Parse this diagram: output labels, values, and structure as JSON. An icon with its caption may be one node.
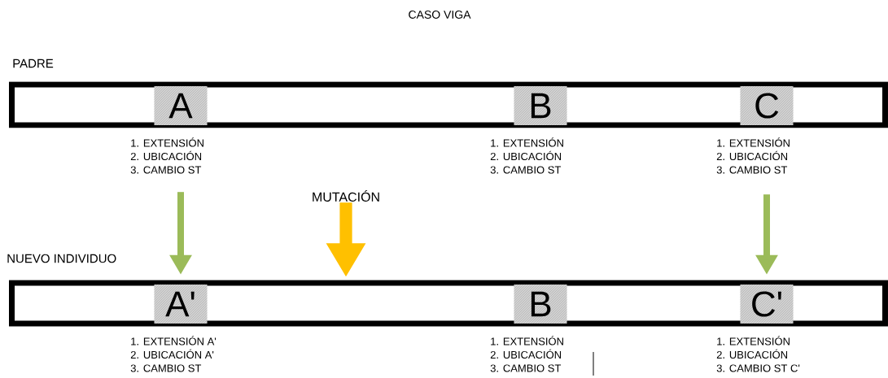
{
  "diagram": {
    "title": "CASO VIGA",
    "nodes": [
      {
        "text": [
          "PADRE"
        ]
      },
      {
        "text": [
          "A"
        ],
        "in": 0,
        "beside": [
          "1. EXTENSIÓN",
          "2. UBICACIÓN",
          "3. CAMBIO ST"
        ]
      },
      {
        "text": [
          "B"
        ],
        "in": 0,
        "beside": [
          "1. EXTENSIÓN",
          "2. UBICACIÓN",
          "3. CAMBIO ST"
        ]
      },
      {
        "text": [
          "C"
        ],
        "in": 0,
        "beside": [
          "1. EXTENSIÓN",
          "2. UBICACIÓN",
          "3. CAMBIO ST"
        ]
      },
      {
        "text": [
          "NUEVO INDIVIDUO"
        ]
      },
      {
        "text": [
          "A'"
        ],
        "in": 4,
        "beside": [
          "1. EXTENSIÓN A'",
          "2. UBICACIÓN A'",
          "3. CAMBIO ST"
        ]
      },
      {
        "text": [
          "B"
        ],
        "in": 4,
        "beside": [
          "1. EXTENSIÓN",
          "2. UBICACIÓN",
          "3. CAMBIO ST"
        ]
      },
      {
        "text": [
          "C'"
        ],
        "in": 4,
        "beside": [
          "1. EXTENSIÓN",
          "2. UBICACIÓN",
          "3. CAMBIO ST C'"
        ]
      },
      {
        "text": [
          "MUTACIÓN"
        ]
      }
    ],
    "edges": [
      {
        "from": 1,
        "to": 5,
        "arrow": "to",
        "color": "#9bbb59"
      },
      {
        "from": 3,
        "to": 7,
        "arrow": "to",
        "color": "#9bbb59"
      },
      {
        "from": 8,
        "to": 4,
        "arrow": "to",
        "style": "thick",
        "color": "#ffc000"
      }
    ]
  }
}
